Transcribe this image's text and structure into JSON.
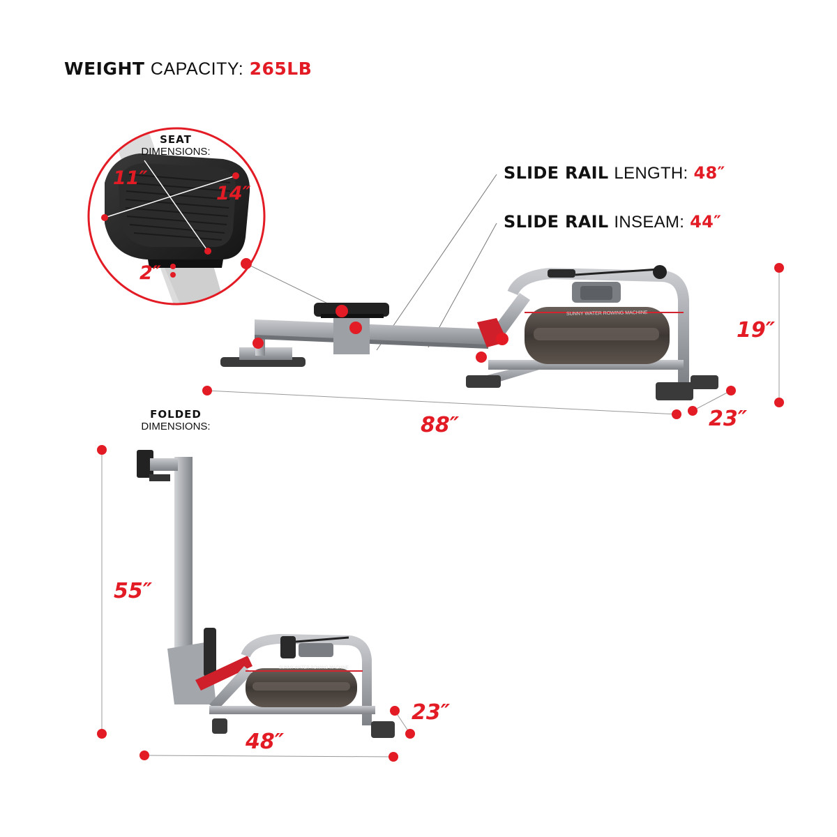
{
  "weight": {
    "bold": "WEIGHT",
    "regular": "CAPACITY:",
    "value": "265LB"
  },
  "seat": {
    "title": "SEAT",
    "subtitle": "DIMENSIONS:",
    "width": "11″",
    "length": "14″",
    "height": "2″"
  },
  "rail_length": {
    "bold": "SLIDE RAIL",
    "regular": "LENGTH:",
    "value": "48″"
  },
  "rail_inseam": {
    "bold": "SLIDE RAIL",
    "regular": "INSEAM:",
    "value": "44″"
  },
  "unfolded": {
    "length": "88″",
    "width": "23″",
    "height": "19″"
  },
  "folded": {
    "title": "FOLDED",
    "subtitle": "DIMENSIONS:",
    "height": "55″",
    "length": "48″",
    "width": "23″"
  },
  "machine_label": "SUNNY WATER ROWING MACHINE",
  "colors": {
    "accent": "#e21b24",
    "frame": "#9ea1a6",
    "tank": "#4a4440",
    "text": "#111111"
  }
}
